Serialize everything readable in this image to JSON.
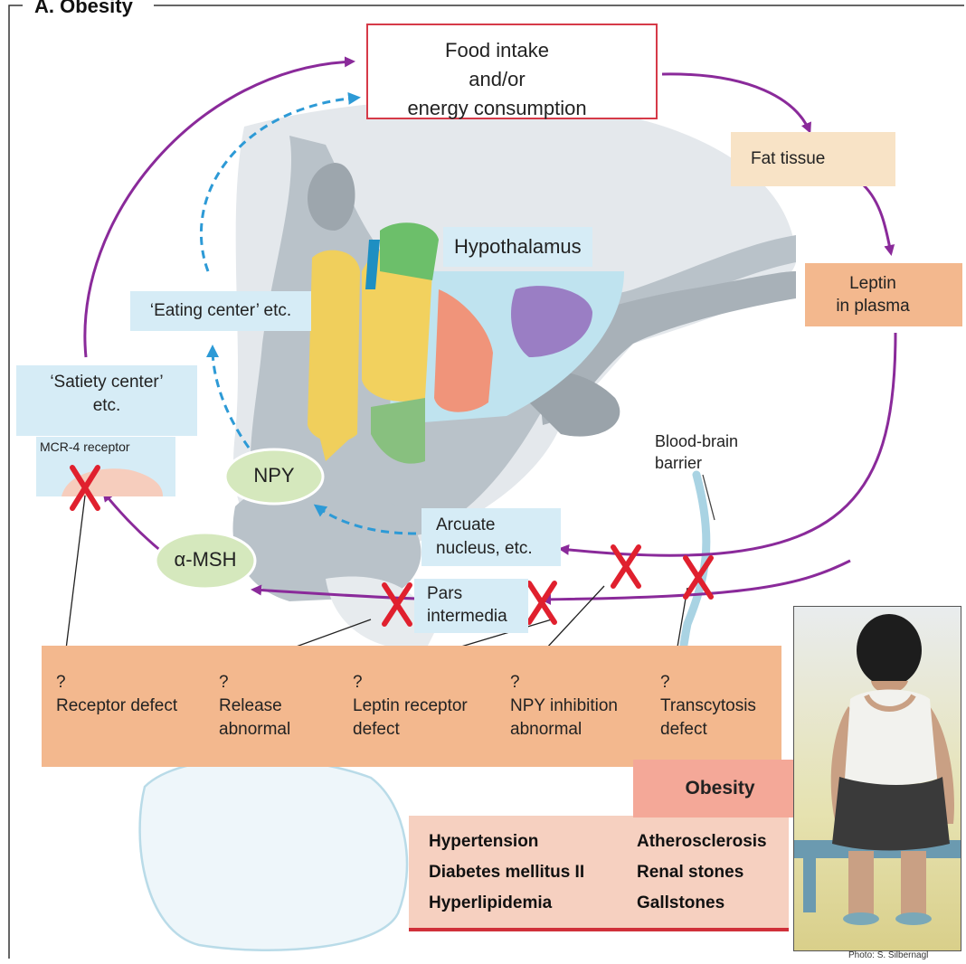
{
  "title": "A. Obesity",
  "food_box": {
    "line1": "Food intake",
    "line2": "and/or",
    "line3": "energy consumption"
  },
  "labels": {
    "fat_tissue": "Fat tissue",
    "leptin_line1": "Leptin",
    "leptin_line2": "in plasma",
    "hypothalamus": "Hypothalamus",
    "eating_center": "‘Eating center’ etc.",
    "satiety_line1": "‘Satiety center’",
    "satiety_line2": "etc.",
    "mcr4": "MCR-4 receptor",
    "npy": "NPY",
    "msh": "α-MSH",
    "bbb_line1": "Blood-brain",
    "bbb_line2": "barrier",
    "arcuate_line1": "Arcuate",
    "arcuate_line2": "nucleus, etc.",
    "pars_line1": "Pars",
    "pars_line2": "intermedia"
  },
  "defects": [
    {
      "q": "?",
      "line1": "Receptor defect",
      "line2": ""
    },
    {
      "q": "?",
      "line1": "Release",
      "line2": "abnormal"
    },
    {
      "q": "?",
      "line1": "Leptin receptor",
      "line2": "defect"
    },
    {
      "q": "?",
      "line1": "NPY inhibition",
      "line2": "abnormal"
    },
    {
      "q": "?",
      "line1": "Transcytosis",
      "line2": "defect"
    }
  ],
  "obesity": "Obesity",
  "consequences": {
    "left": [
      "Hypertension",
      "Diabetes mellitus II",
      "Hyperlipidemia"
    ],
    "right": [
      "Atherosclerosis",
      "Renal stones",
      "Gallstones"
    ]
  },
  "photo_credit": "Photo: S. Silbernagl",
  "colors": {
    "purple_arrow": "#8a2a9a",
    "blue_dashed": "#2d9ad6",
    "red_mark": "#e0202e",
    "defect_box": "#f3b88e",
    "label_box": "#d6ecf6"
  }
}
